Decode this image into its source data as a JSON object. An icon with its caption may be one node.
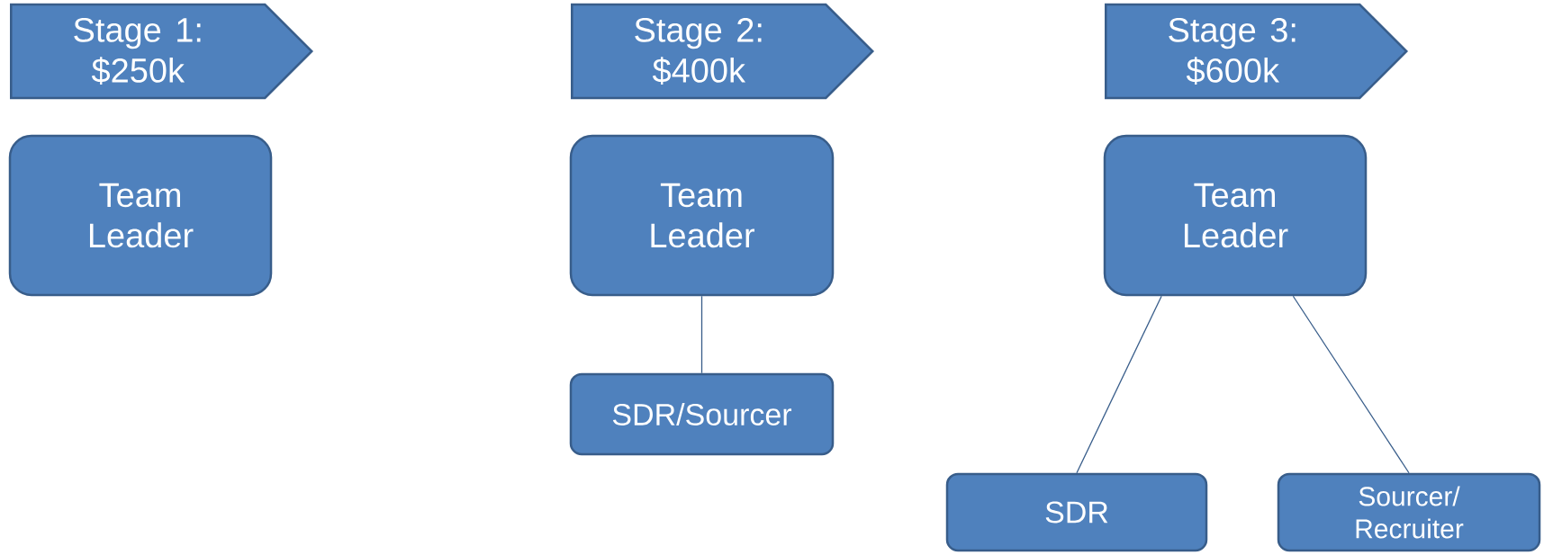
{
  "diagram": {
    "nodes": [
      {
        "text": [
          "Stage 1: $250k"
        ]
      },
      {
        "text": [
          "Stage 2: $400k"
        ]
      },
      {
        "text": [
          "Stage 3: $600k"
        ]
      },
      {
        "text": [
          "Team Leader"
        ]
      },
      {
        "text": [
          "Team Leader"
        ]
      },
      {
        "text": [
          "SDR/Sourcer"
        ]
      },
      {
        "text": [
          "Team Leader"
        ]
      },
      {
        "text": [
          "SDR"
        ]
      },
      {
        "text": [
          "Sourcer/ Recruiter"
        ]
      }
    ],
    "edges": [
      {
        "from": 4,
        "to": 5,
        "arrow": "none"
      },
      {
        "from": 6,
        "to": 7,
        "arrow": "none"
      },
      {
        "from": 6,
        "to": 8,
        "arrow": "none"
      }
    ]
  }
}
